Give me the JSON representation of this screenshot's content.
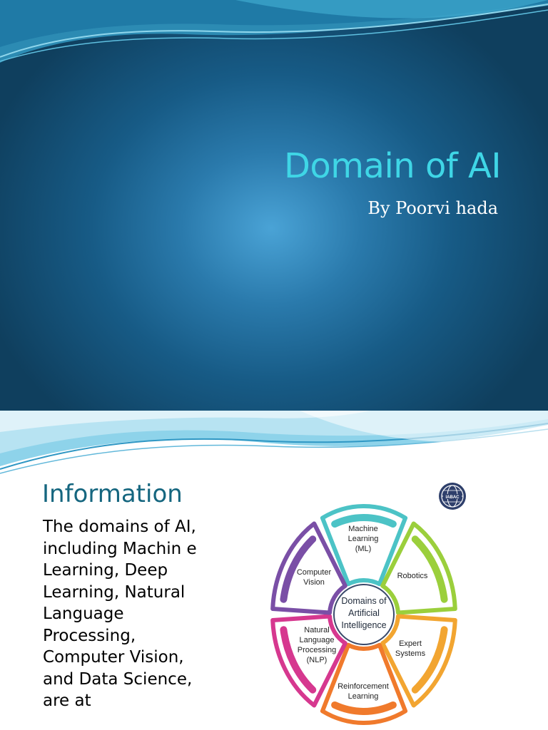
{
  "slide1": {
    "title": "Domain of AI",
    "subtitle": "By Poorvi hada",
    "colors": {
      "title": "#3fd6e6",
      "background": "#175b86"
    }
  },
  "slide2": {
    "heading": "Information",
    "body": "The domains of AI,\nincluding Machin e Learning, Deep Learning, Natural Language Processing, Computer Vision, and Data Science, are at",
    "diagram": {
      "center": "Domains of\nArtificial\nIntelligence",
      "segments": [
        {
          "label": "Machine\nLearning\n(ML)",
          "color": "#4cc3c6"
        },
        {
          "label": "Robotics",
          "color": "#9bcf3c"
        },
        {
          "label": "Expert\nSystems",
          "color": "#f2a531"
        },
        {
          "label": "Reinforcement\nLearning",
          "color": "#f07a2c"
        },
        {
          "label": "Natural\nLanguage\nProcessing\n(NLP)",
          "color": "#d6388f"
        },
        {
          "label": "Computer\nVision",
          "color": "#7a4fa6"
        }
      ]
    },
    "logo_text": "IABAC",
    "colors": {
      "heading": "#15667f"
    }
  }
}
